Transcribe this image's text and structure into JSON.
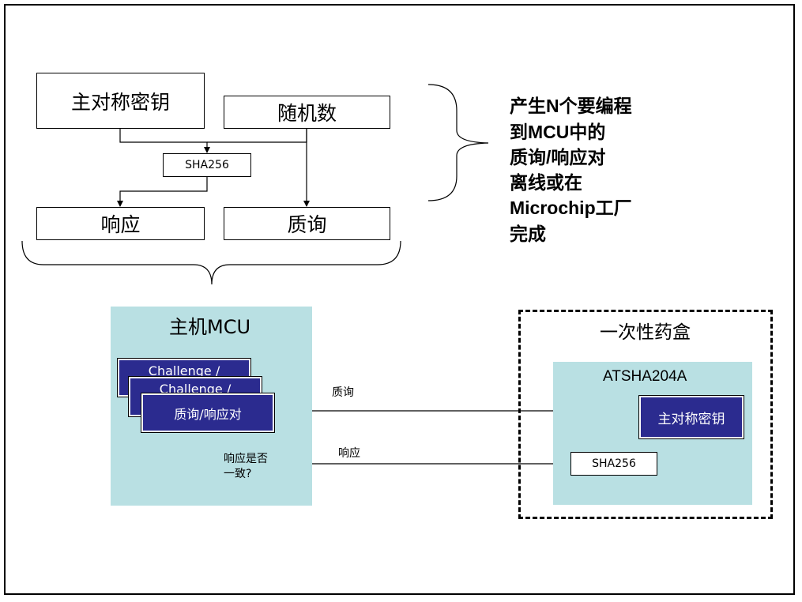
{
  "top": {
    "master_key": "主对称密钥",
    "random": "随机数",
    "sha": "SHA256",
    "response": "响应",
    "challenge": "质询"
  },
  "note_lines": [
    "产生N个要编程",
    "到MCU中的",
    "质询/响应对",
    "离线或在",
    "Microchip工厂",
    "完成"
  ],
  "host": {
    "title": "主机MCU",
    "card1": "Challenge /",
    "card2": "Challenge /",
    "card3": "质询/响应对",
    "compare_line1": "响应是否",
    "compare_line2": "一致?"
  },
  "arrows": {
    "challenge_label": "质询",
    "response_label": "响应"
  },
  "cartridge": {
    "title": "一次性药盒",
    "chip_title": "ATSHA204A",
    "key": "主对称密钥",
    "sha": "SHA256"
  },
  "colors": {
    "panel": "#b9e0e3",
    "card": "#2b2b8f"
  }
}
